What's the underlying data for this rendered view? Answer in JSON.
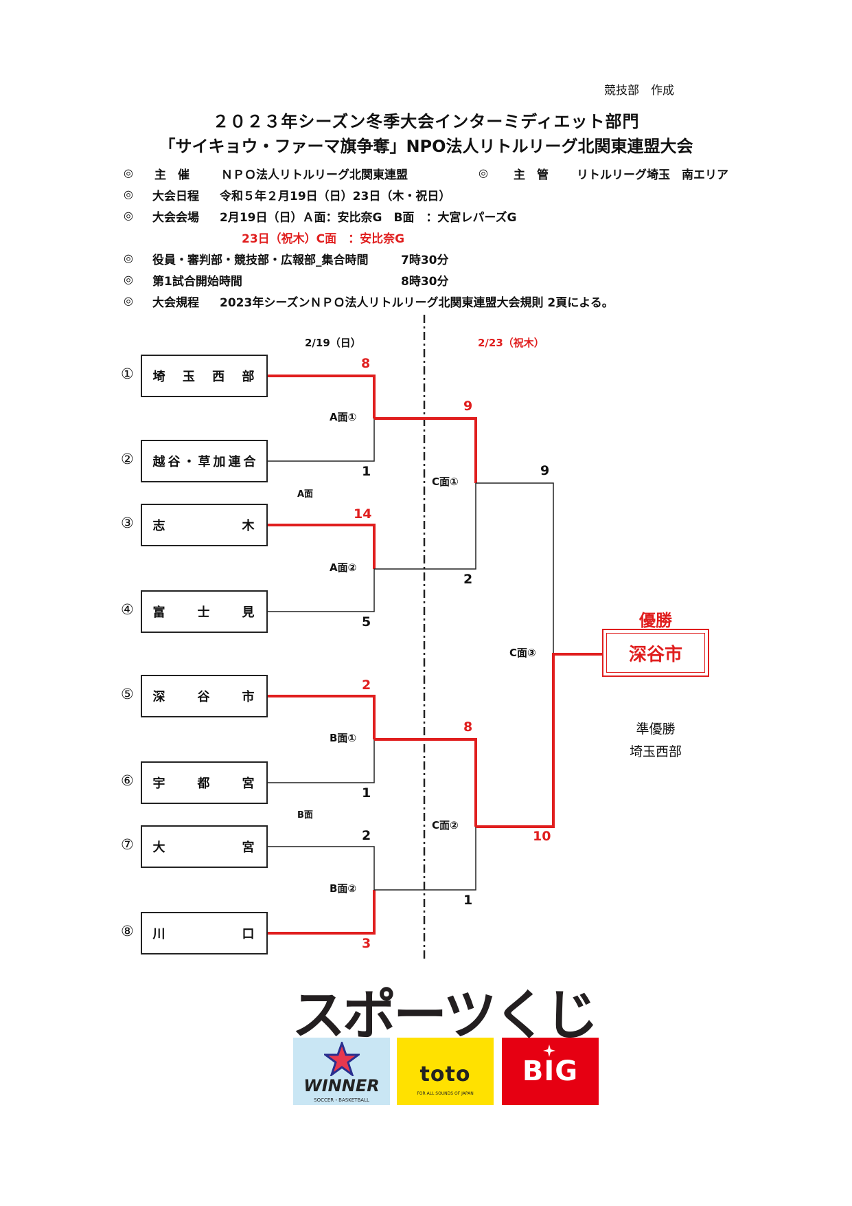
{
  "author": "競技部　作成",
  "title": {
    "line1": "２０２３年シーズン冬季大会インターミディエット部門",
    "line2": "「サイキョウ・ファーマ旗争奪」NPO法人リトルリーグ北関東連盟大会"
  },
  "info": {
    "mark": "◎",
    "host_label": "主　催",
    "host": "ＮＰＯ法人リトルリーグ北関東連盟",
    "manager_label": "主　管",
    "manager": "リトルリーグ埼玉　南エリア",
    "schedule_label": "大会日程",
    "schedule": "令和５年２月19日（日）23日（木・祝日）",
    "venue_label": "大会会場",
    "venue": "2月19日（日）Ａ面：安比奈G　B面　：大宮レパーズG",
    "venue2": "23日（祝木）C面　：安比奈G",
    "meeting_label": "役員・審判部・競技部・広報部_集合時間",
    "meeting_time": "7時30分",
    "start_label": "第1試合開始時間",
    "start_time": "8時30分",
    "rules_label": "大会規程",
    "rules": "2023年シーズンＮＰＯ法人リトルリーグ北関東連盟大会規則 2頁による。"
  },
  "dates": {
    "day1": "2/19（日）",
    "day2": "2/23（祝木）"
  },
  "teams": [
    {
      "seed": "①",
      "name": "埼玉西部"
    },
    {
      "seed": "②",
      "name": "越谷・草加連合"
    },
    {
      "seed": "③",
      "name": "志木"
    },
    {
      "seed": "④",
      "name": "富士見"
    },
    {
      "seed": "⑤",
      "name": "深谷市"
    },
    {
      "seed": "⑥",
      "name": "宇都宮"
    },
    {
      "seed": "⑦",
      "name": "大宮"
    },
    {
      "seed": "⑧",
      "name": "川口"
    }
  ],
  "scores": {
    "r1": [
      "8",
      "1",
      "14",
      "5",
      "2",
      "1",
      "2",
      "3"
    ],
    "r2": [
      "9",
      "2",
      "8",
      "1"
    ],
    "final": [
      "9",
      "10"
    ]
  },
  "courts": {
    "a1": "A面①",
    "a2": "A面②",
    "b1": "B面①",
    "b2": "B面②",
    "c1": "C面①",
    "c2": "C面②",
    "c3": "C面③",
    "a_small": "A面",
    "b_small": "B面"
  },
  "result": {
    "champion_label": "優勝",
    "champion": "深谷市",
    "runner_up_label": "準優勝",
    "runner_up": "埼玉西部"
  },
  "sponsor": {
    "title": "スポーツくじ",
    "winner": "WINNER",
    "winner_sub": "SOCCER・BASKETBALL",
    "toto": "toto",
    "toto_sub": "FOR ALL SOUNDS OF JAPAN",
    "big": "BIG"
  },
  "colors": {
    "winner_line": "#e01e1e",
    "loser_line": "#222222"
  }
}
